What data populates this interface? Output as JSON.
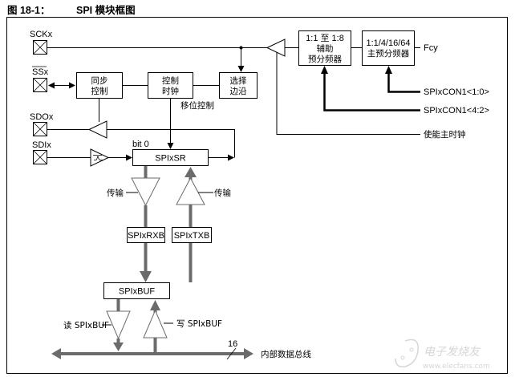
{
  "figure": {
    "number": "图 18-1：",
    "title": "SPI 模块框图"
  },
  "pins": {
    "sck": "SCKx",
    "ss": "SSx",
    "sdo": "SDOx",
    "sdi": "SDIx"
  },
  "blocks": {
    "sync_control": [
      "同步",
      "控制"
    ],
    "control_clock": [
      "控制",
      "时钟"
    ],
    "edge_select": [
      "选择",
      "边沿"
    ],
    "secondary_prescaler": [
      "1:1 至 1:8",
      "辅助",
      "预分频器"
    ],
    "primary_prescaler": [
      "1:1/4/16/64",
      "主预分频器"
    ],
    "shift_register": "SPIxSR",
    "rx_buffer": "SPIxRXB",
    "tx_buffer": "SPIxTXB",
    "buffer": "SPIxBUF"
  },
  "labels": {
    "shift_control": "移位控制",
    "fcy": "Fcy",
    "con_1_0": "SPIxCON1<1:0>",
    "con_4_2": "SPIxCON1<4:2>",
    "enable_master_clock": "使能主时钟",
    "bit0": "bit 0",
    "transfer_left": "传输",
    "transfer_right": "传输",
    "read_buf": "读 SPIxBUF",
    "write_buf": "写 SPIxBUF",
    "bus_width": "16",
    "internal_bus": "内部数据总线"
  },
  "watermark": {
    "brand": "电子发烧友",
    "url": "www.elecfans.com"
  },
  "colors": {
    "line": "#000000",
    "data_path": "#6b6b6b",
    "watermark": "#d2d2d2"
  }
}
